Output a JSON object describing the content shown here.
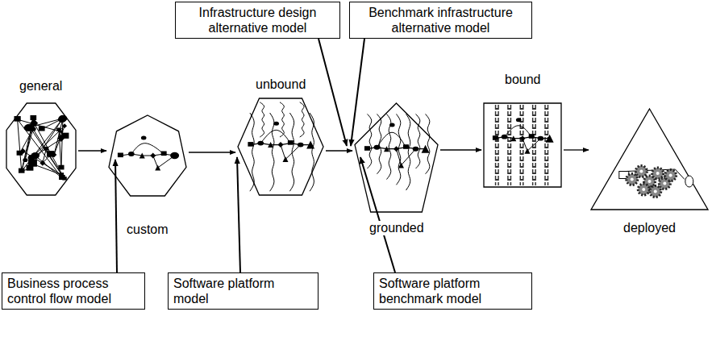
{
  "diagram": {
    "nodes": [
      {
        "text": [
          "general"
        ]
      },
      {
        "text": [
          "custom"
        ]
      },
      {
        "text": [
          "unbound"
        ]
      },
      {
        "text": [
          "grounded"
        ]
      },
      {
        "text": [
          "bound"
        ]
      },
      {
        "text": [
          "deployed"
        ]
      },
      {
        "text": [
          "Infrastructure design alternative model"
        ]
      },
      {
        "text": [
          "Benchmark infrastructure alternative model"
        ]
      },
      {
        "text": [
          "Business process control flow model"
        ]
      },
      {
        "text": [
          "Software platform model"
        ]
      },
      {
        "text": [
          "Software platform benchmark model"
        ]
      }
    ],
    "edges": [
      {
        "from": 0,
        "to": 1,
        "arrow": "to"
      },
      {
        "from": 1,
        "to": 2,
        "arrow": "to"
      },
      {
        "from": 2,
        "to": 3,
        "arrow": "to"
      },
      {
        "from": 3,
        "to": 4,
        "arrow": "to"
      },
      {
        "from": 4,
        "to": 5,
        "arrow": "to"
      }
    ]
  }
}
